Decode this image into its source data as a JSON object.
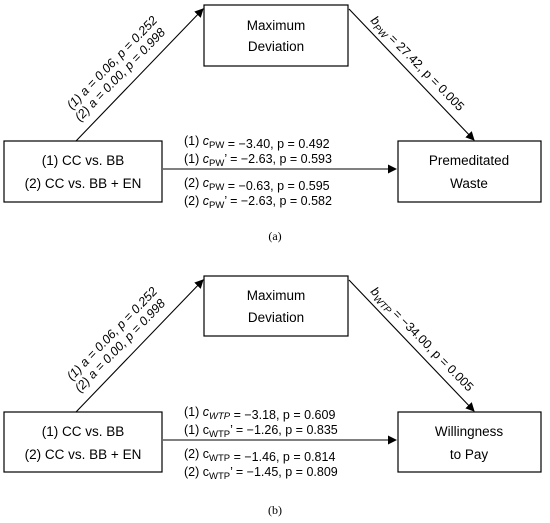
{
  "panels": [
    {
      "mediator": [
        "Maximum",
        "Deviation"
      ],
      "predictor": [
        "(1) CC vs. BB",
        "(2) CC vs. BB + EN"
      ],
      "outcome": [
        "Premeditated",
        "Waste"
      ],
      "a_path": {
        "line1": "(1) a = 0.06, p = 0.252",
        "line2": "(2) a = 0.00, p = 0.998"
      },
      "b_path": {
        "sym": "b",
        "sub": "PW",
        "rest": " = 27.42, p = 0.005"
      },
      "c_paths": [
        {
          "pre": "(1) ",
          "sym": "c",
          "sub": "PW",
          "prime": "",
          "rest": " = −3.40, p = 0.492"
        },
        {
          "pre": "(1) ",
          "sym": "c",
          "sub": "PW",
          "prime": "’",
          "rest": " = −2.63, p = 0.593"
        },
        {
          "pre": "(2) ",
          "sym": "c",
          "sub": "PW",
          "prime": "",
          "rest": " = −0.63, p = 0.595"
        },
        {
          "pre": "(2) ",
          "sym": "c",
          "sub": "PW",
          "prime": "’",
          "rest": " = −2.63, p = 0.582"
        }
      ],
      "caption": "(a)"
    },
    {
      "mediator": [
        "Maximum",
        "Deviation"
      ],
      "predictor": [
        "(1) CC vs. BB",
        "(2) CC vs. BB + EN"
      ],
      "outcome": [
        "Willingness",
        "to Pay"
      ],
      "a_path": {
        "line1": "(1) a = 0.06, p = 0.252",
        "line2": "(2) a = 0.00, p = 0.998"
      },
      "b_path": {
        "sym": "b",
        "sub": "WTP",
        "rest": " = −34.00, p = 0.005"
      },
      "c_paths": [
        {
          "pre": "(1) ",
          "sym": "c",
          "sub": "WTP",
          "prime": "",
          "rest": " = −3.18, p = 0.609"
        },
        {
          "pre": "(1) ",
          "sym": "c",
          "sub": "WTP",
          "prime": "’",
          "rest": " = −1.26, p = 0.835"
        },
        {
          "pre": "(2) ",
          "sym": "c",
          "sub": "WTP",
          "prime": "",
          "rest": " = −1.46, p = 0.814"
        },
        {
          "pre": "(2) ",
          "sym": "c",
          "sub": "WTP",
          "prime": "’",
          "rest": " = −1.45, p = 0.809"
        }
      ],
      "caption": "(b)"
    }
  ]
}
